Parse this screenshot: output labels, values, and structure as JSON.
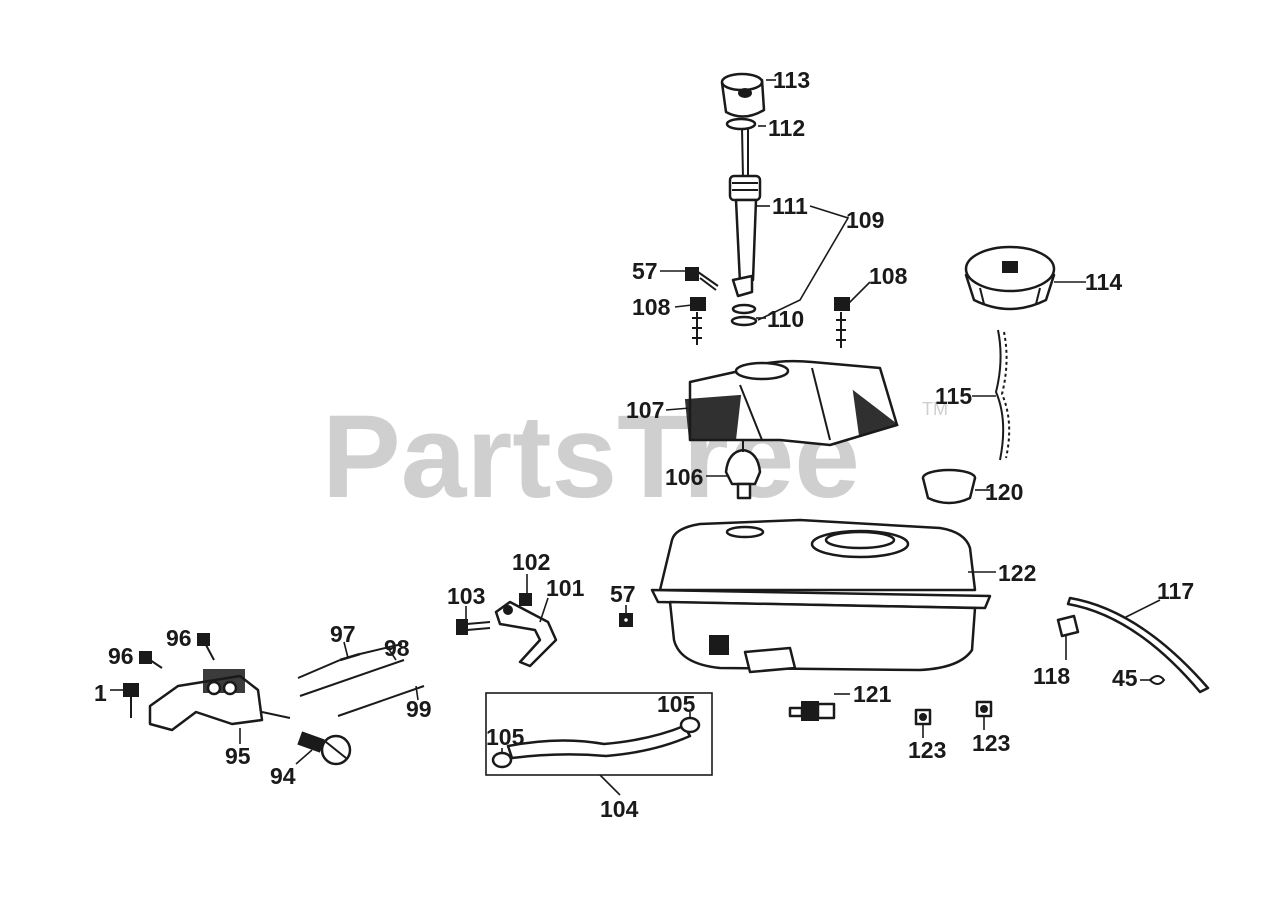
{
  "watermark": {
    "text": "PartsTree",
    "tm": "TM"
  },
  "callouts": [
    "113",
    "112",
    "111",
    "109",
    "57",
    "110",
    "108",
    "108",
    "114",
    "107",
    "115",
    "106",
    "120",
    "122",
    "102",
    "103",
    "101",
    "57",
    "117",
    "97",
    "98",
    "96",
    "96",
    "1",
    "99",
    "105",
    "105",
    "118",
    "45",
    "121",
    "95",
    "94",
    "123",
    "123",
    "104"
  ]
}
